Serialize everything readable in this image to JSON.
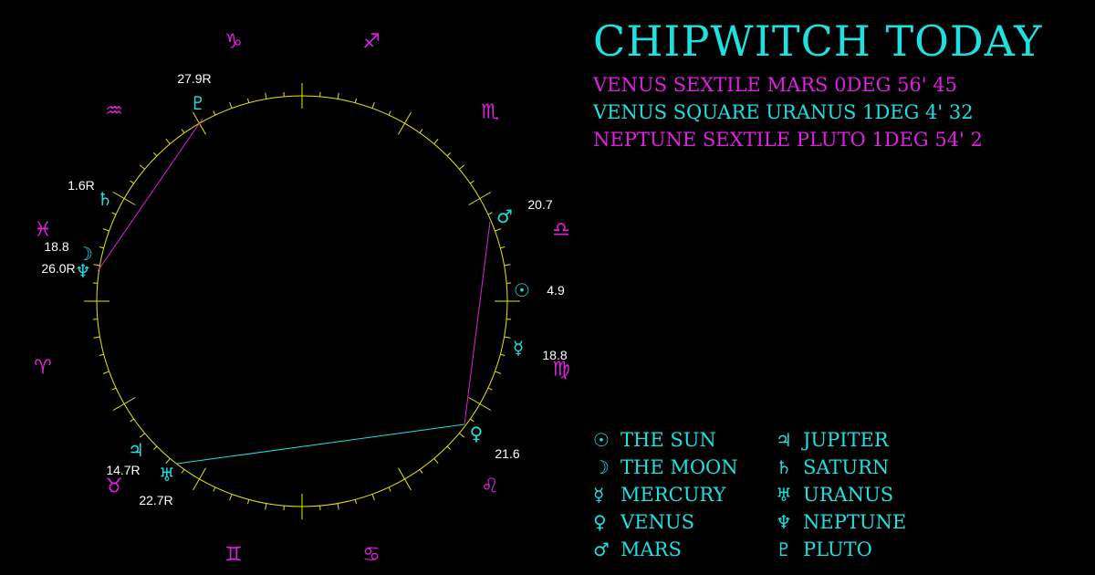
{
  "title": "CHIPWITCH TODAY",
  "colors": {
    "background": "#000000",
    "cyan": "#1de0e0",
    "magenta": "#e020e0",
    "ring": "#e6e600"
  },
  "aspects": [
    {
      "text": "VENUS SEXTILE MARS 0DEG 56' 45",
      "color": "#e020e0"
    },
    {
      "text": "VENUS SQUARE URANUS 1DEG 4' 32",
      "color": "#1de0e0"
    },
    {
      "text": "NEPTUNE SEXTILE PLUTO 1DEG 54' 2",
      "color": "#e020e0"
    }
  ],
  "zodiac_signs": [
    {
      "name": "aries",
      "glyph": "♈"
    },
    {
      "name": "taurus",
      "glyph": "♉"
    },
    {
      "name": "gemini",
      "glyph": "♊"
    },
    {
      "name": "cancer",
      "glyph": "♋"
    },
    {
      "name": "leo",
      "glyph": "♌"
    },
    {
      "name": "virgo",
      "glyph": "♍"
    },
    {
      "name": "libra",
      "glyph": "♎"
    },
    {
      "name": "scorpio",
      "glyph": "♏"
    },
    {
      "name": "sagittarius",
      "glyph": "♐"
    },
    {
      "name": "capricorn",
      "glyph": "♑"
    },
    {
      "name": "aquarius",
      "glyph": "♒"
    },
    {
      "name": "pisces",
      "glyph": "♓"
    }
  ],
  "planets": [
    {
      "name": "sun",
      "glyph": "☉",
      "label": "4.9"
    },
    {
      "name": "moon",
      "glyph": "☽",
      "label": "18.8"
    },
    {
      "name": "mercury",
      "glyph": "☿",
      "label": "18.8"
    },
    {
      "name": "venus",
      "glyph": "♀",
      "label": "21.6"
    },
    {
      "name": "mars",
      "glyph": "♂",
      "label": "20.7"
    },
    {
      "name": "jupiter",
      "glyph": "♃",
      "label": "14.7R"
    },
    {
      "name": "saturn",
      "glyph": "♄",
      "label": "1.6R"
    },
    {
      "name": "uranus",
      "glyph": "♅",
      "label": "22.7R"
    },
    {
      "name": "neptune",
      "glyph": "♆",
      "label": "26.0R"
    },
    {
      "name": "pluto",
      "glyph": "♇",
      "label": "27.9R"
    }
  ],
  "legend": [
    {
      "glyph": "☉",
      "label": "THE SUN"
    },
    {
      "glyph": "☽",
      "label": "THE MOON"
    },
    {
      "glyph": "☿",
      "label": "MERCURY"
    },
    {
      "glyph": "♀",
      "label": "VENUS"
    },
    {
      "glyph": "♂",
      "label": "MARS"
    },
    {
      "glyph": "♃",
      "label": "JUPITER"
    },
    {
      "glyph": "♄",
      "label": "SATURN"
    },
    {
      "glyph": "♅",
      "label": "URANUS"
    },
    {
      "glyph": "♆",
      "label": "NEPTUNE"
    },
    {
      "glyph": "♇",
      "label": "PLUTO"
    }
  ]
}
